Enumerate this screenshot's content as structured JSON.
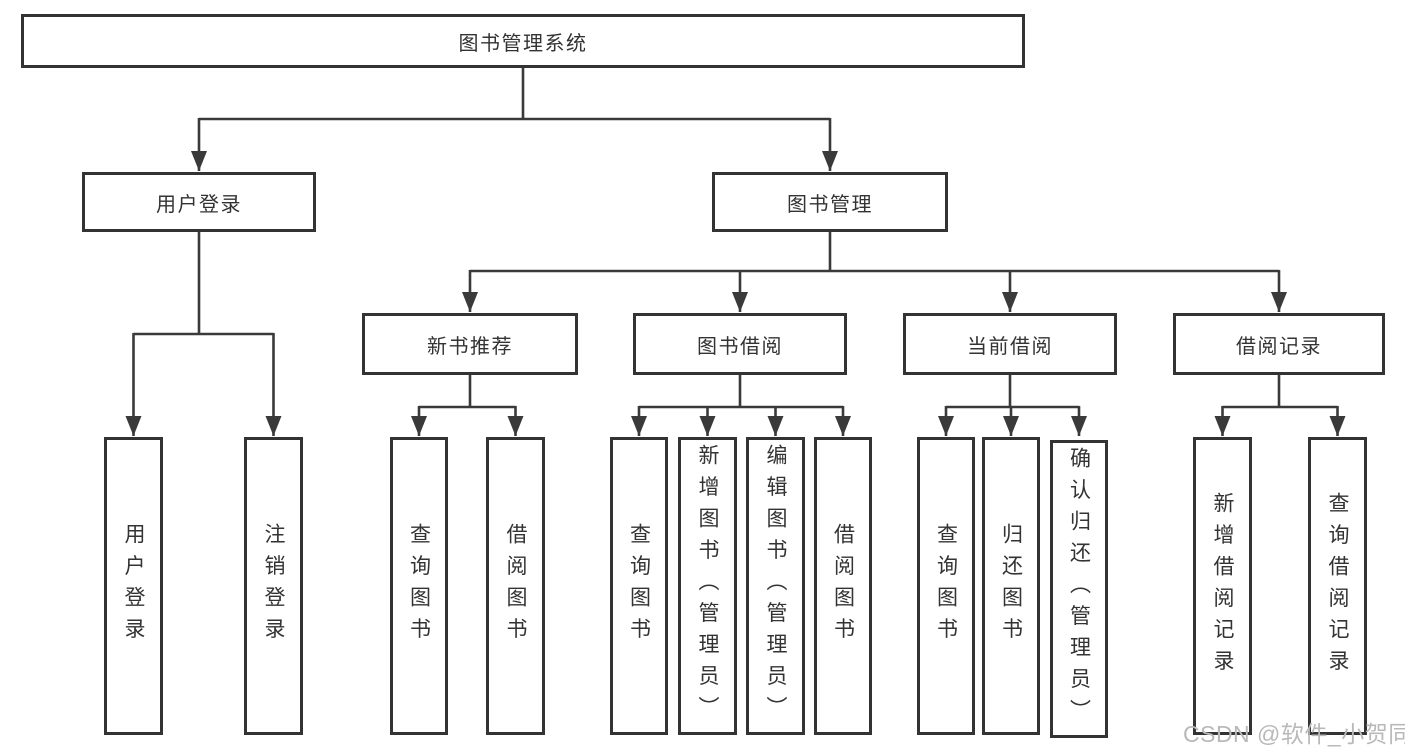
{
  "diagram": {
    "root": {
      "label": "图书管理系统",
      "children": [
        {
          "label": "用户登录",
          "children": [
            {
              "label": "用户登录"
            },
            {
              "label": "注销登录"
            }
          ]
        },
        {
          "label": "图书管理",
          "children": [
            {
              "label": "新书推荐",
              "children": [
                {
                  "label": "查询图书"
                },
                {
                  "label": "借阅图书"
                }
              ]
            },
            {
              "label": "图书借阅",
              "children": [
                {
                  "label": "查询图书"
                },
                {
                  "label": "新增图书（管理员）"
                },
                {
                  "label": "编辑图书（管理员）"
                },
                {
                  "label": "借阅图书"
                }
              ]
            },
            {
              "label": "当前借阅",
              "children": [
                {
                  "label": "查询图书"
                },
                {
                  "label": "归还图书"
                },
                {
                  "label": "确认归还（管理员）"
                }
              ]
            },
            {
              "label": "借阅记录",
              "children": [
                {
                  "label": "新增借阅记录"
                },
                {
                  "label": "查询借阅记录"
                }
              ]
            }
          ]
        }
      ]
    },
    "colors": {
      "line": "#3a3a3a",
      "box_border": "#333333",
      "text": "#333333",
      "watermark": "#b9b9b9"
    }
  },
  "watermark": {
    "text": "CSDN @软件_小贺同学"
  }
}
